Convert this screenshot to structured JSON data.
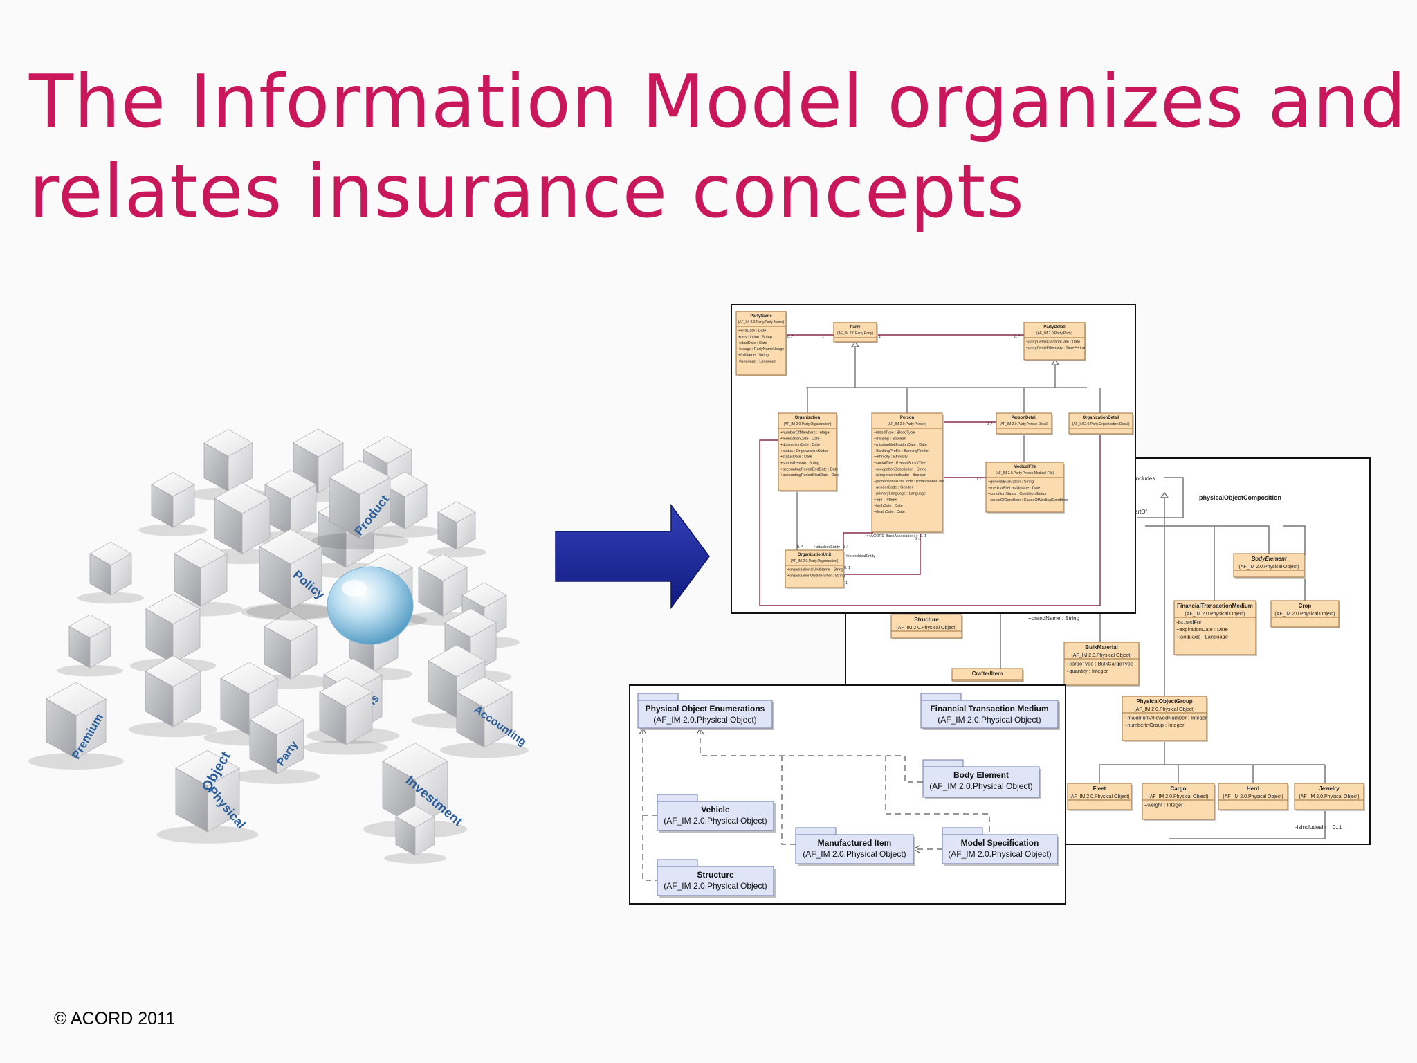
{
  "slide": {
    "title_line1": "The Information Model organizes and",
    "title_line2": "relates insurance concepts",
    "copyright": "© ACORD 2011"
  },
  "colors": {
    "title": "#c8185b",
    "arrow": "#1c2896",
    "uml_class_fill": "#fbdcb0",
    "uml_package_fill": "#dfe4f6"
  },
  "cube_labels": [
    "Product",
    "Policy",
    "Claims",
    "Party",
    "Premium",
    "Accounting",
    "Physical",
    "Object",
    "Investment"
  ],
  "arrow_icon": "right-arrow-icon",
  "front_diagram": {
    "classes": [
      {
        "name": "PartyName",
        "stereotype": "(AF_IM 2.0.Party.Party Name)",
        "attrs": [
          "+endDate : Date",
          "+description : String",
          "+startDate : Date",
          "+usage : PartyNameUsage",
          "+fullName : String",
          "+language : Language"
        ]
      },
      {
        "name": "Party",
        "stereotype": "(AF_IM 2.0.Party.Party)",
        "attrs": []
      },
      {
        "name": "PartyDetail",
        "stereotype": "(AF_IM 2.0.Party.Party)",
        "attrs": [
          "+partyDetailCreationDate : Date",
          "+partyDetailEffectivity : TimePeriod"
        ]
      },
      {
        "name": "Organization",
        "stereotype": "(AF_IM 2.0.Party.Organization)",
        "attrs": [
          "+numberOfMembers : Integer",
          "+foundationDate : Date",
          "+dissolutionDate : Date",
          "+status : OrganizationStatus",
          "+statusDate : Date",
          "+statusReason : String",
          "+accountingPeriodEndDate : Date",
          "+accountingPeriodStartDate : Date"
        ]
      },
      {
        "name": "Person",
        "stereotype": "(AF_IM 2.0.Party.Person)",
        "attrs": [
          "+bloodType : BloodType",
          "+missing : Boolean",
          "+missingNotificationDate : Date",
          "+BankingProfile : BankingProfile",
          "+ethnicity : Ethnicity",
          "+socialTitle : PersonSocialTitle",
          "+occupationDescription : String",
          "+isImpersonIndicator : Boolean",
          "+professionalTitleCode : ProfessionalTitle",
          "+genderCode : Gender",
          "+primaryLanguage : Language",
          "+age : Integer",
          "+birthDate : Date",
          "+deathDate : Date"
        ]
      },
      {
        "name": "PersonDetail",
        "stereotype": "(AF_IM 2.0.Party.Person Detail)",
        "attrs": []
      },
      {
        "name": "OrganizationDetail",
        "stereotype": "(AF_IM 2.0.Party.Organization Detail)",
        "attrs": []
      },
      {
        "name": "MedicalFile",
        "stereotype": "(AF_IM 2.0.Party.Person.Medical File)",
        "attrs": [
          "+generalEvaluation : String",
          "+medicalFileLastUpdate : Date",
          "+conditionStatus : ConditionStatus",
          "+causeOfCondition : CauseOfMedicalCondition"
        ]
      },
      {
        "name": "OrganizationUnit",
        "stereotype": "(AF_IM 2.0.Party.Organization)",
        "attrs": [
          "+organizationalUnitName : String",
          "+organizationUnitIdentifier : String"
        ]
      }
    ],
    "labels": [
      "0..*",
      "1",
      "1",
      "0..*",
      "0..*",
      "0..*",
      "1",
      "0..1",
      "0..*",
      "+attachedEntity",
      "0..*",
      "+hierarchicalEntity",
      "<<ACORD BaseAssociation>>",
      "0..1",
      "0..1",
      "1"
    ]
  },
  "back_diagram": {
    "classes": [
      {
        "name": "BodyElement",
        "stereotype": "(AF_IM 2.0.Physical Object)",
        "attrs": []
      },
      {
        "name": "FinancialTransactionMedium",
        "stereotype": "(AF_IM 2.0.Physical Object)",
        "attrs": [
          "-isUsedFor",
          "+expirationDate : Date",
          "+language : Language"
        ]
      },
      {
        "name": "Crop",
        "stereotype": "(AF_IM 2.0.Physical Object)",
        "attrs": []
      },
      {
        "name": "Structure",
        "stereotype": "(AF_IM 2.0.Physical Object)",
        "attrs": []
      },
      {
        "name": "BulkMaterial",
        "stereotype": "(AF_IM 2.0.Physical Object)",
        "attrs": [
          "+cargoType : BulkCargoType",
          "+quantity : Integer"
        ]
      },
      {
        "name": "CraftedItem",
        "stereotype": "",
        "attrs": []
      },
      {
        "name": "PhysicalObjectGroup",
        "stereotype": "(AF_IM 2.0.Physical Object)",
        "attrs": [
          "+maximumAllowedNumber : Integer",
          "+numberInGroup : Integer"
        ]
      },
      {
        "name": "Fleet",
        "stereotype": "(AF_IM 2.0.Physical Object)",
        "attrs": []
      },
      {
        "name": "Cargo",
        "stereotype": "(AF_IM 2.0.Physical Object)",
        "attrs": [
          "+weight : Integer"
        ]
      },
      {
        "name": "Herd",
        "stereotype": "(AF_IM 2.0.Physical Object)",
        "attrs": []
      },
      {
        "name": "Jewelry",
        "stereotype": "(AF_IM 2.0.Physical Object)",
        "attrs": []
      }
    ],
    "labels": [
      "includes",
      "physicalObjectComposition",
      "artOf",
      "+brandName : String",
      "-isIncludesIn",
      "0..1"
    ]
  },
  "package_diagram": {
    "packages": [
      {
        "name": "Physical Object Enumerations",
        "stereotype": "(AF_IM 2.0.Physical Object)"
      },
      {
        "name": "Financial Transaction Medium",
        "stereotype": "(AF_IM 2.0.Physical Object)"
      },
      {
        "name": "Body Element",
        "stereotype": "(AF_IM 2.0.Physical Object)"
      },
      {
        "name": "Vehicle",
        "stereotype": "(AF_IM 2.0.Physical Object)"
      },
      {
        "name": "Manufactured Item",
        "stereotype": "(AF_IM 2.0.Physical Object)"
      },
      {
        "name": "Model Specification",
        "stereotype": "(AF_IM 2.0.Physical Object)"
      },
      {
        "name": "Structure",
        "stereotype": "(AF_IM 2.0.Physical Object)"
      }
    ]
  }
}
